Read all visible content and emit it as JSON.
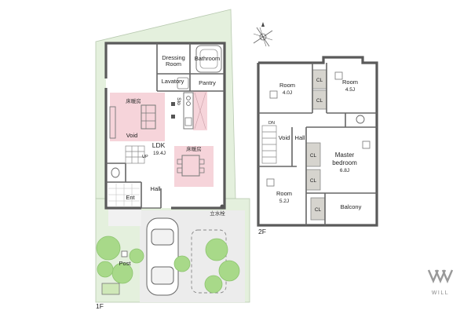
{
  "floor1": {
    "label": "1F",
    "rooms": {
      "dressing": "Dressing Room",
      "bathroom": "Bathroom",
      "lavatory": "Lavatory",
      "pantry": "Pantry",
      "ldk": "LDK",
      "ldk_size": "19.4J",
      "void": "Void",
      "ent": "Ent",
      "hall": "Hall",
      "post": "Post",
      "sto": "Sto",
      "floor_heating_1": "床暖房",
      "floor_heating_2": "床暖房",
      "faucet": "立水栓",
      "stair_up": "UP"
    }
  },
  "floor2": {
    "label": "2F",
    "rooms": {
      "room_a": "Room",
      "room_a_size": "4.0J",
      "room_b": "Room",
      "room_b_size": "4.5J",
      "void": "Void",
      "hall": "Hall",
      "master_1": "Master",
      "master_2": "bedroom",
      "master_size": "6.8J",
      "room_c": "Room",
      "room_c_size": "5.2J",
      "balcony": "Balcony",
      "stair_down": "DN",
      "closets": [
        "CL",
        "CL",
        "CL",
        "CL",
        "CL"
      ]
    }
  },
  "logo": {
    "text": "WILL"
  },
  "colors": {
    "wall": "#5a5a5a",
    "green": "#a8d989",
    "grass": "#e4f0dd",
    "heating": "#f5cfd6",
    "closet": "#d4d2cc",
    "paving": "#e9e9e9"
  }
}
